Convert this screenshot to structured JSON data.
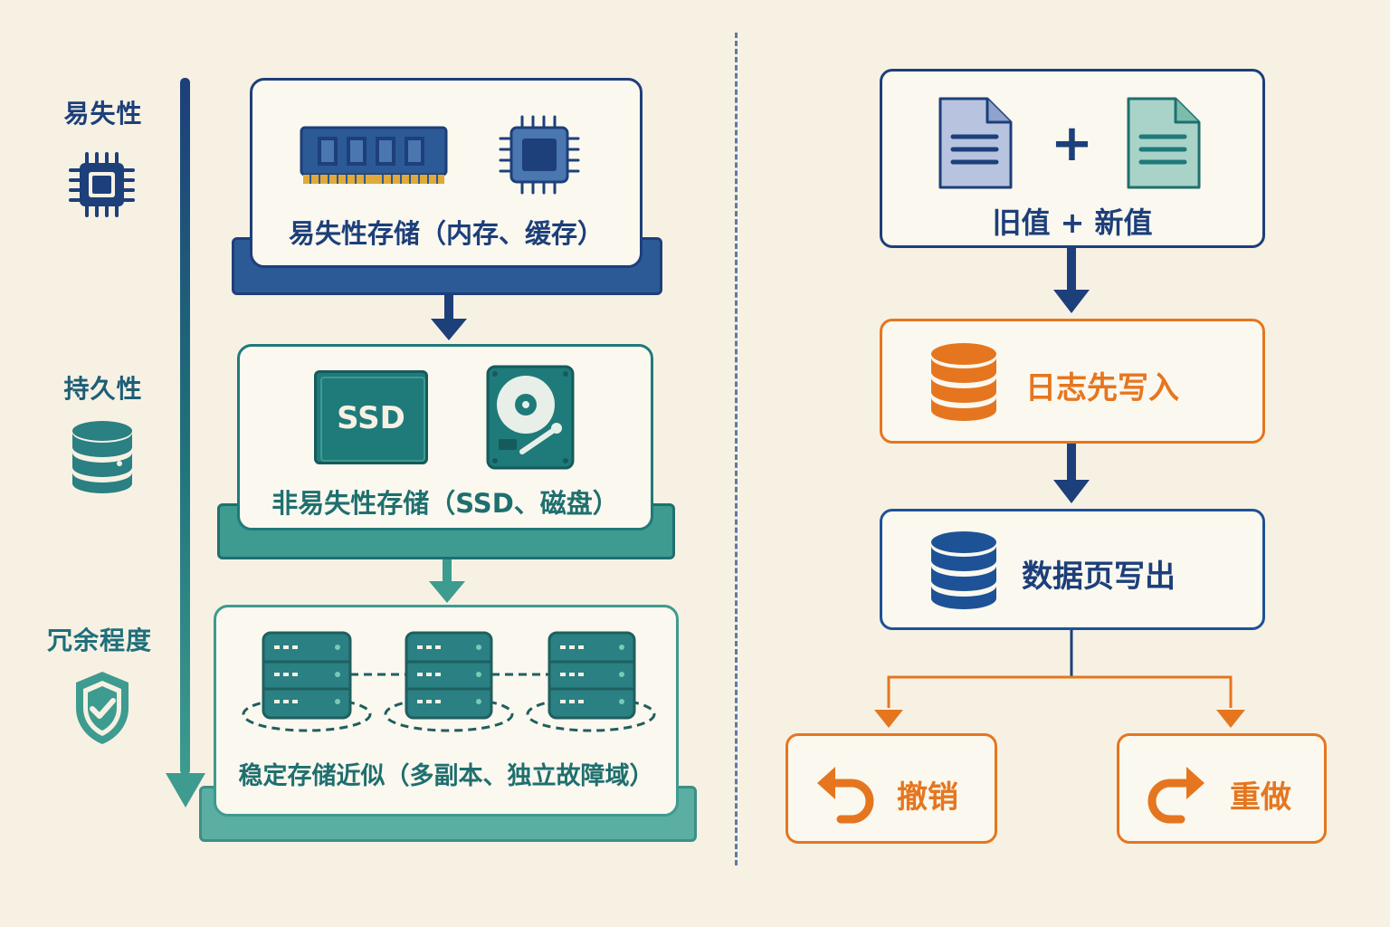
{
  "axis": {
    "volatility_label": "易失性",
    "durability_label": "持久性",
    "redundancy_label": "冗余程度"
  },
  "tiers": {
    "volatile_caption": "易失性存储（内存、缓存）",
    "nonvolatile_caption": "非易失性存储（SSD、磁盘）",
    "ssd_label": "SSD",
    "stable_caption": "稳定存储近似（多副本、独立故障域）"
  },
  "flow": {
    "values_label": "旧值 + 新值",
    "wal_label": "日志先写入",
    "page_write_label": "数据页写出",
    "undo_label": "撤销",
    "redo_label": "重做"
  },
  "colors": {
    "navy": "#1d3f7a",
    "teal": "#1f7a7a",
    "teal_light": "#3d9b8f",
    "orange": "#e5761f",
    "background": "#f7f1e4"
  },
  "icons": [
    "cpu-chip-icon",
    "ram-module-icon",
    "ssd-icon",
    "hard-disk-icon",
    "server-icon",
    "database-icon",
    "shield-check-icon",
    "document-icon",
    "undo-arrow-icon",
    "redo-arrow-icon"
  ]
}
